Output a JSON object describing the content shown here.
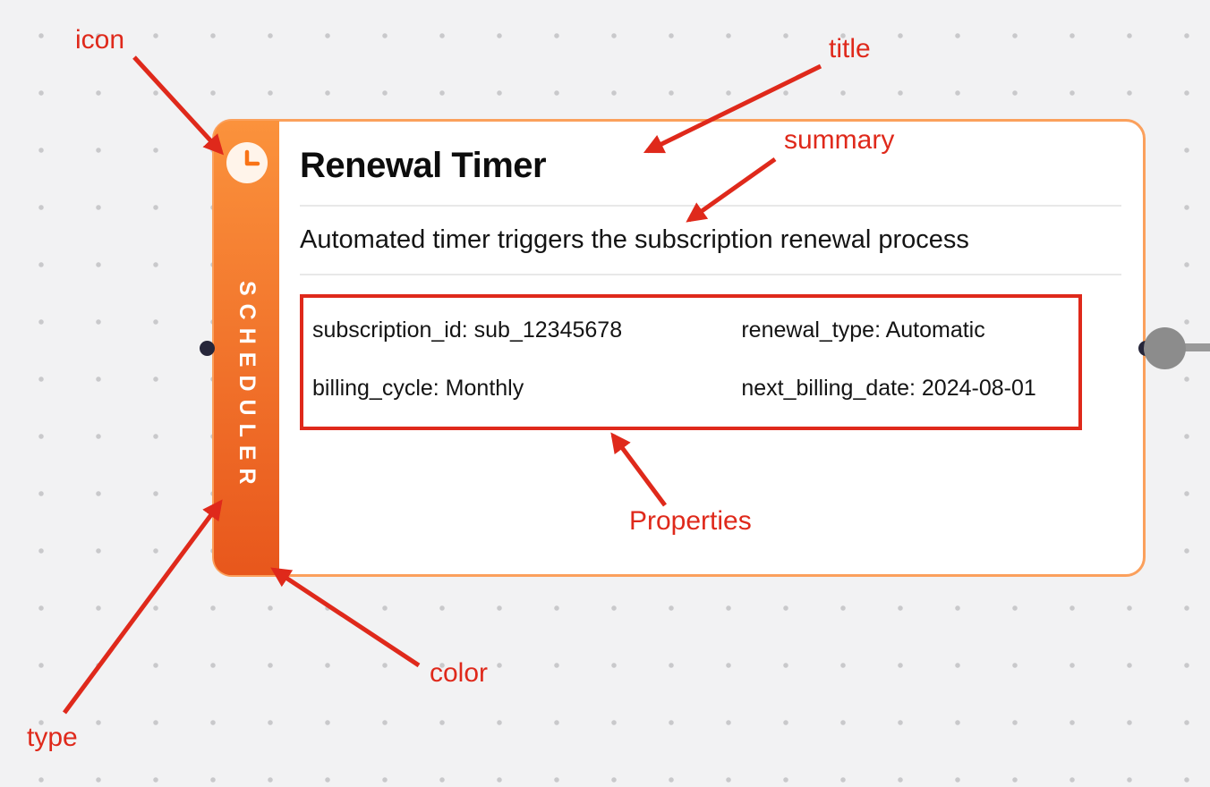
{
  "theme": {
    "canvas_bg": "#f2f2f3",
    "dot_color": "#c9c9cb",
    "node_border": "#fba05c",
    "strip_top": "#fb923c",
    "strip_bottom": "#e8571c",
    "accent": "#f97316",
    "icon_bg": "#fff4ea",
    "annotation_red": "#df291b",
    "divider": "#e8e8e8",
    "handle_dark": "#26263a",
    "handle_gray": "#8c8c8c",
    "text_dark": "#0d0d0d"
  },
  "node": {
    "title": "Renewal Timer",
    "summary": "Automated timer triggers the subscription renewal process",
    "type_label": "SCHEDULER",
    "icon": "clock-icon",
    "properties": {
      "items": [
        "subscription_id: sub_12345678",
        "renewal_type: Automatic",
        "billing_cycle: Monthly",
        "next_billing_date: 2024-08-01"
      ]
    }
  },
  "annotations": {
    "labels": {
      "icon": "icon",
      "title": "title",
      "summary": "summary",
      "properties": "Properties",
      "color": "color",
      "type": "type"
    }
  }
}
